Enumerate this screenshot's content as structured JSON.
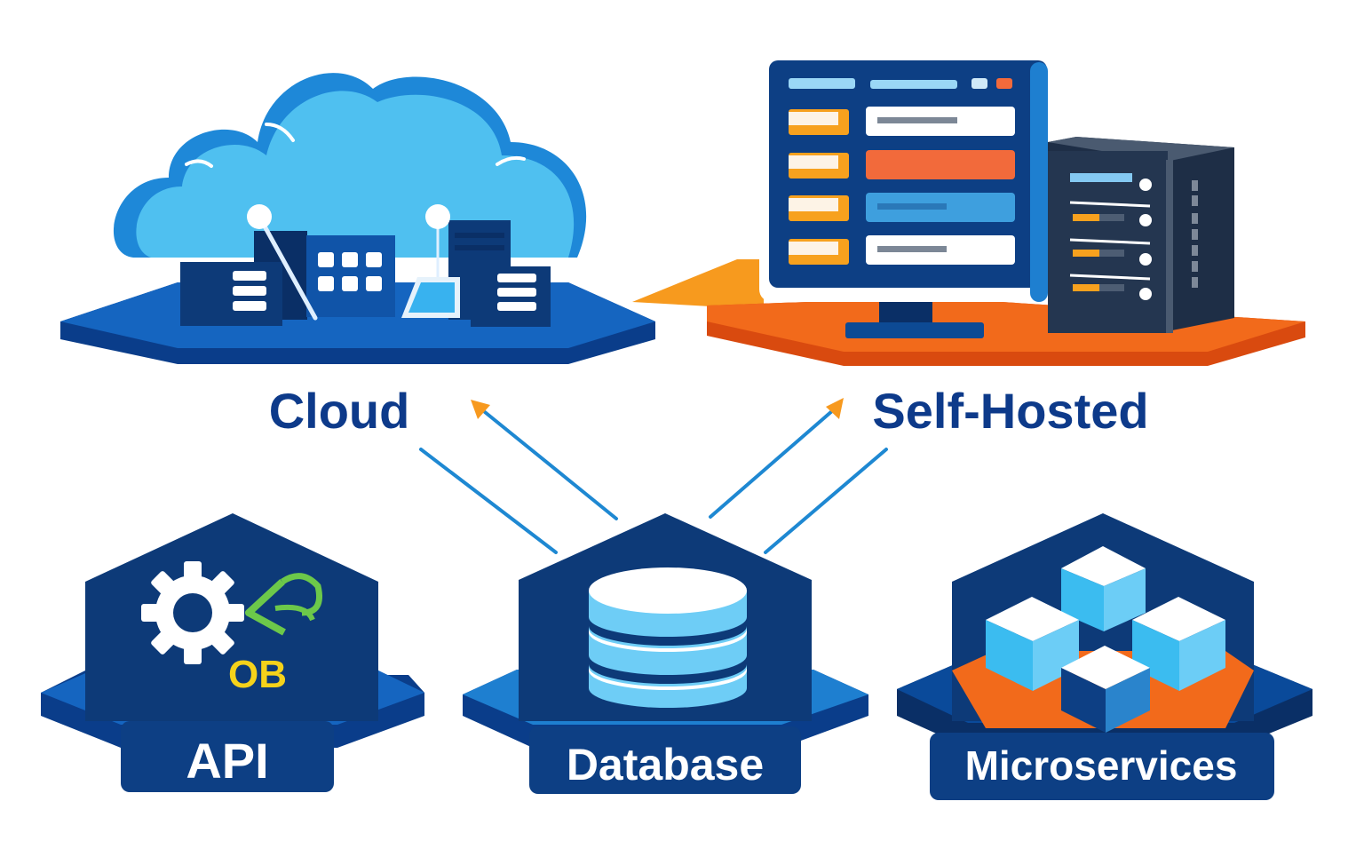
{
  "diagram": {
    "type": "deployment-architecture",
    "top_nodes": [
      {
        "id": "cloud",
        "label": "Cloud",
        "icon": "cloud-datacenter-icon"
      },
      {
        "id": "self-hosted",
        "label": "Self-Hosted",
        "icon": "monitor-server-icon"
      }
    ],
    "bottom_nodes": [
      {
        "id": "api",
        "label": "API",
        "icon": "gear-code-icon",
        "badge_text": "OB"
      },
      {
        "id": "database",
        "label": "Database",
        "icon": "database-cylinder-icon"
      },
      {
        "id": "microservices",
        "label": "Microservices",
        "icon": "cubes-icon"
      }
    ],
    "edges": [
      {
        "from": "database",
        "to": "cloud",
        "arrow": true
      },
      {
        "from": "database",
        "to": "self-hosted",
        "arrow": true
      },
      {
        "from": "database",
        "to": "cloud",
        "arrow": false
      },
      {
        "from": "database",
        "to": "self-hosted",
        "arrow": false
      }
    ]
  },
  "colors": {
    "navy": "#0d3a78",
    "navy_dark": "#0a2f66",
    "blue": "#1565c0",
    "blue_mid": "#1e7fd0",
    "sky": "#4fc0f0",
    "sky_light": "#7fd3f7",
    "orange": "#f26a1b",
    "orange_light": "#f79a1e",
    "server_dark": "#243650",
    "line_blue": "#1e88d2",
    "arrow_head": "#f7991e",
    "label_text": "#0d3a8a",
    "white": "#ffffff",
    "green": "#6cc84a",
    "yellow": "#f5d21a"
  }
}
